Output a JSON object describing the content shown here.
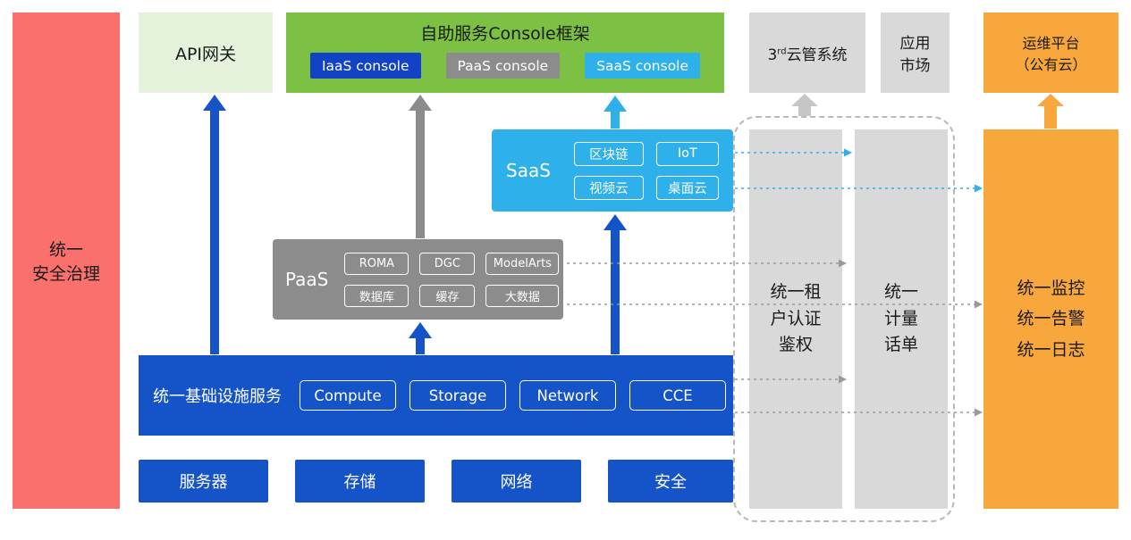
{
  "colors": {
    "red": "#F9706C",
    "light_green": "#E4F1DB",
    "green": "#7CC143",
    "blue": "#1553C8",
    "dark_blue": "#1243C6",
    "gray": "#8C8C8C",
    "light_gray": "#D9D9D9",
    "cyan": "#2EB0EA",
    "orange": "#F8A73C"
  },
  "security_bar": {
    "label": "统一\n安全治理"
  },
  "api_gateway": {
    "label": "API网关"
  },
  "console_framework": {
    "title": "自助服务Console框架",
    "consoles": [
      {
        "label": "IaaS console"
      },
      {
        "label": "PaaS console"
      },
      {
        "label": "SaaS console"
      }
    ]
  },
  "third_party_cloud": {
    "prefix": "3",
    "sup": "rd",
    "suffix": "云管系统"
  },
  "app_market": {
    "label": "应用\n市场"
  },
  "ops_platform": {
    "label": "运维平台\n（公有云）"
  },
  "saas": {
    "label": "SaaS",
    "items": [
      "区块链",
      "IoT",
      "视频云",
      "桌面云"
    ]
  },
  "paas": {
    "label": "PaaS",
    "items": [
      "ROMA",
      "DGC",
      "ModelArts",
      "数据库",
      "缓存",
      "大数据"
    ]
  },
  "infrastructure": {
    "label": "统一基础设施服务",
    "items": [
      "Compute",
      "Storage",
      "Network",
      "CCE"
    ]
  },
  "hardware": {
    "items": [
      "服务器",
      "存储",
      "网络",
      "安全"
    ]
  },
  "auth_bar": {
    "label": "统一租\n户认证\n鉴权"
  },
  "metering_bar": {
    "label": "统一\n计量\n话单"
  },
  "monitoring_bar": {
    "label": "统一监控\n统一告警\n统一日志"
  }
}
